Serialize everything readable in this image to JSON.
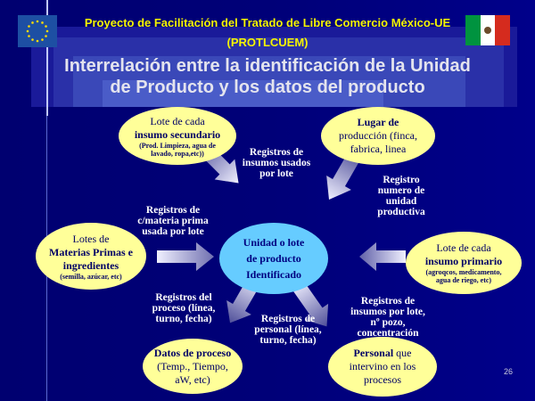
{
  "header": {
    "project": "Proyecto de Facilitación del Tratado de Libre Comercio México-UE",
    "acronym": "(PROTLCUEM)"
  },
  "title": {
    "line1": "Interrelación entre la identificación de la Unidad",
    "line2": "de Producto y los datos del producto"
  },
  "flags": {
    "left": "eu-flag",
    "right": "mexico-flag"
  },
  "center": {
    "l1": "Unidad o lote",
    "l2": "de producto",
    "l3": "Identificado"
  },
  "nodes": {
    "secundario": {
      "l1": "Lote de cada",
      "l2": "insumo secundario",
      "l3": "(Prod. Limpieza, agua de",
      "l4": "lavado, ropa,etc))"
    },
    "lugar": {
      "l1": "Lugar de",
      "l2": "producción (finca,",
      "l3": "fabrica, linea"
    },
    "materias": {
      "l1": "Lotes de",
      "l2": "Materias Primas e",
      "l3": "ingredientes",
      "l4": "(semilla, azúcar, etc)"
    },
    "primario": {
      "l1": "Lote de cada",
      "l2": "insumo primario",
      "l3": "(agroqcos, medicamento,",
      "l4": "agua de riego, etc)"
    },
    "proceso": {
      "l1": "Datos de proceso",
      "l2": "(Temp., Tiempo,",
      "l3": "aW, etc)"
    },
    "personal": {
      "l1": "Personal",
      "l1b": " que",
      "l2": "intervino en los",
      "l3": "procesos"
    }
  },
  "labels": {
    "insumos_usados": "Registros de insumos usados por lote",
    "unidad_productiva": "Registro numero de unidad productiva",
    "materia_prima": "Registros de c/materia prima usada por lote",
    "proceso": "Registros del proceso (línea, turno, fecha)",
    "personal": "Registros de personal (línea, turno, fecha)",
    "insumos_pozo": "Registros de insumos por lote, nº pozo, concentración"
  },
  "page_number": "26",
  "colors": {
    "bg": "#000078",
    "ellipse": "#ffff99",
    "center": "#66ccff",
    "header": "#f5f500"
  }
}
